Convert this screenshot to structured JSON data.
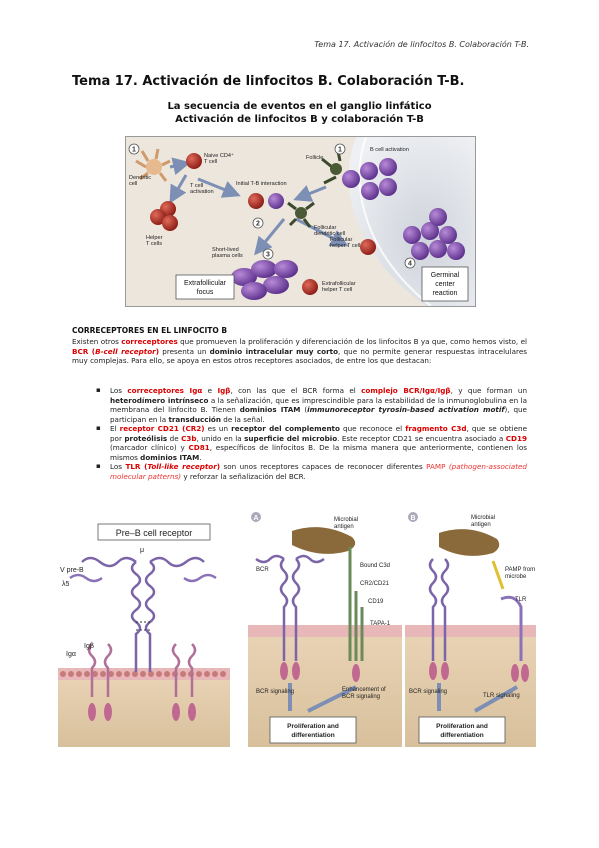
{
  "header": "Tema 17. Activación de linfocitos B. Colaboración T-B.",
  "title": "Tema 17. Activación de linfocitos B. Colaboración T-B.",
  "subtitle1": "La secuencia de eventos en el ganglio linfático",
  "subtitle2": "Activación de linfocitos B y colaboración T-B",
  "fig1": {
    "n1": "1",
    "n1b": "1",
    "n2": "2",
    "n3": "3",
    "n4": "4",
    "dendritic": [
      "Dendritic",
      "cell"
    ],
    "naive": [
      "Naive CD4⁺",
      "T cell"
    ],
    "tact": [
      "T cell",
      "activation"
    ],
    "follicle": "Follicle",
    "bact": "B cell activation",
    "initial": "Initial T-B interaction",
    "helper": [
      "Helper",
      "T cells"
    ],
    "fdc": [
      "Follicular",
      "dendritic cell"
    ],
    "fht": [
      "Follicular",
      "helper T cell"
    ],
    "slpc": [
      "Short-lived",
      "plasma cells"
    ],
    "extraf": [
      "Extrafollicular",
      "focus"
    ],
    "exth": [
      "Extrafollicular",
      "helper T cell"
    ],
    "gc": [
      "Germinal",
      "center",
      "reaction"
    ]
  },
  "section_title": "CORRECEPTORES EN EL LINFOCITO B",
  "intro": {
    "t1": "Existen otros ",
    "r1": "correceptores",
    "t2": " que promueven la proliferación y diferenciación de los linfocitos B ya que, como hemos visto, el ",
    "r2": "BCR (",
    "r2i": "B-cell receptor",
    "r2e": ")",
    "t3": " presenta un ",
    "b1": "dominio intracelular muy corto",
    "t4": ", que no permite generar respuestas intracelulares muy complejas. Para ello, se apoya en estos otros receptores asociados, de entre los que destacan:"
  },
  "bullet1": {
    "t1": "Los ",
    "r1": "correceptores Igα",
    "t2": " e ",
    "r2": "Igβ",
    "t3": ", con las que el BCR forma el ",
    "r3": "complejo BCR/Igα/Igβ",
    "t4": ", y que forman un ",
    "b1": "heterodímero intrínseco",
    "t5": " a la señalización, que es imprescindible para la estabilidad de la inmunoglobulina en la membrana del linfocito B. Tienen ",
    "b2": "dominios ITAM",
    "t6": " (",
    "bi1": "immunoreceptor tyrosin-based activation motif",
    "t7": "), que participan en la ",
    "b3": "transducción",
    "t8": " de la señal."
  },
  "bullet2": {
    "t1": "El ",
    "r1": "receptor CD21 (CR2)",
    "t2": " es un ",
    "b1": "receptor del complemento",
    "t3": " que reconoce el ",
    "r2": "fragmento C3d",
    "t4": ", que se obtiene por ",
    "b2": "proteólisis",
    "t5": " de ",
    "r3": "C3b",
    "t6": ", unido en la ",
    "b3": "superficie del microbio",
    "t7": ". Este receptor CD21 se encuentra asociado a ",
    "r4": "CD19",
    "t8": " (marcador clínico) y ",
    "r5": "CD81",
    "t9": ", específicos de linfocitos B. De la misma manera que anteriormente, contienen los mismos ",
    "b4": "dominios ITAM",
    "t10": "."
  },
  "bullet3": {
    "t1": "Los ",
    "r1": "TLR (",
    "r1i": "Toll-like receptor",
    "r1e": ")",
    "t2": " son unos receptores capaces de reconocer diferentes ",
    "p1": "PAMP",
    "p2": "(pathogen-associated molecular patterns)",
    "t3": " y reforzar la señalización del BCR."
  },
  "fig2": {
    "title": "Pre–B cell receptor",
    "vpreb": "V pre-B",
    "l5": "λ5",
    "mu": "μ",
    "iga": "Igα",
    "igb": "Igβ"
  },
  "fig3": {
    "A": "A",
    "microbial": [
      "Microbial",
      "antigen"
    ],
    "bcr": "BCR",
    "bound": "Bound C3d",
    "cr2": "CR2/CD21",
    "cd19": "CD19",
    "tapa": "TAPA-1",
    "bcrsig": "BCR signaling",
    "enh": [
      "Enhancement of",
      "BCR signaling"
    ],
    "prolif": [
      "Proliferation and",
      "differentiation"
    ]
  },
  "fig4": {
    "B": "B",
    "microbial": [
      "Microbial",
      "antigen"
    ],
    "pamp": [
      "PAMP from",
      "microbe"
    ],
    "tlr": "TLR",
    "bcrsig": "BCR signaling",
    "tlrsig": "TLR signaling",
    "prolif": [
      "Proliferation and",
      "differentiation"
    ]
  }
}
